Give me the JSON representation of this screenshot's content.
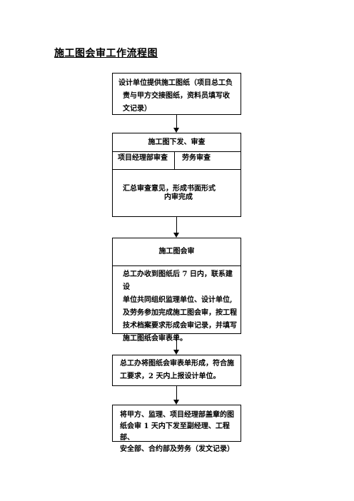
{
  "title": "施工图会审工作流程图",
  "step1": {
    "lines": [
      "设计单位提供施工图纸（项目总工负",
      "责与甲方交接图纸，资料员填写收",
      "文记录）"
    ]
  },
  "step2": {
    "header": "施工图下发、审查",
    "left_cell": "项目经理部审查",
    "right_cell": "劳务审查",
    "summary_line1": "汇总审查意见，形成书面形式",
    "summary_line2": "内审完成"
  },
  "step3": {
    "header": "施工图会审",
    "lines": [
      "总工办收到图纸后 7 日内，联系建设",
      "单位共同组织监理单位、设计单位,",
      "及劳务参加完成施工图会审，按工程",
      "技术档案要求形成会审记录，并填写",
      "施工图纸会审表单。"
    ]
  },
  "step4": {
    "lines": [
      "总工办将图纸会审表单形成，符合施",
      "工要求，2 天内上报设计单位。"
    ]
  },
  "step5": {
    "lines": [
      "将甲方、监理、项目经理部盖章的图",
      "纸会审 1 天内下发至副经理、工程部、",
      "安全部、合约部及劳务（发文记录）"
    ]
  }
}
